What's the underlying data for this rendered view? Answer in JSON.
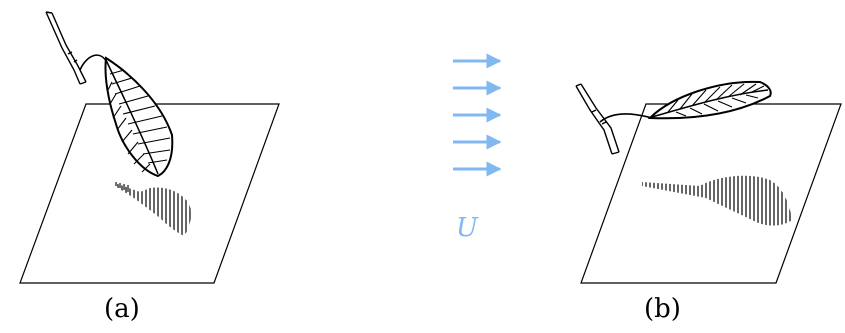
{
  "captions": {
    "a": "(a)",
    "b": "(b)"
  },
  "flow": {
    "symbol": "U",
    "arrow_count": 5,
    "color": "#80b8f0"
  },
  "colors": {
    "ink": "#000000",
    "paper": "#ffffff"
  }
}
